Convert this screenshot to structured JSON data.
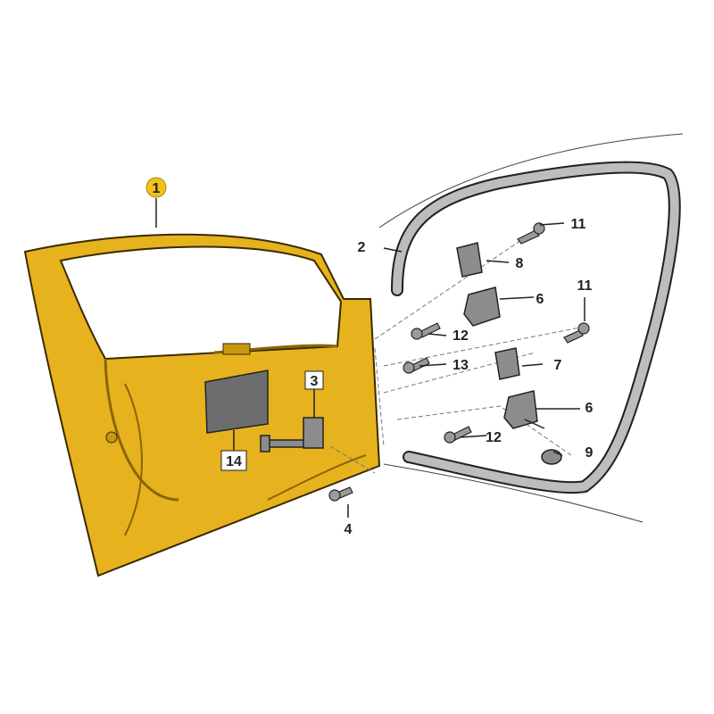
{
  "diagram": {
    "title": "Front door assembly exploded view",
    "colors": {
      "door": "#E6B21E",
      "door_dark": "#B88A10",
      "callout_highlight": "#F2C21A",
      "part_gray": "#8C8C8C"
    },
    "callouts": {
      "c1": "1",
      "c2": "2",
      "c3": "3",
      "c4": "4",
      "c6a": "6",
      "c6b": "6",
      "c7": "7",
      "c8": "8",
      "c9": "9",
      "c11a": "11",
      "c11b": "11",
      "c12a": "12",
      "c12b": "12",
      "c13": "13",
      "c14": "14"
    }
  }
}
